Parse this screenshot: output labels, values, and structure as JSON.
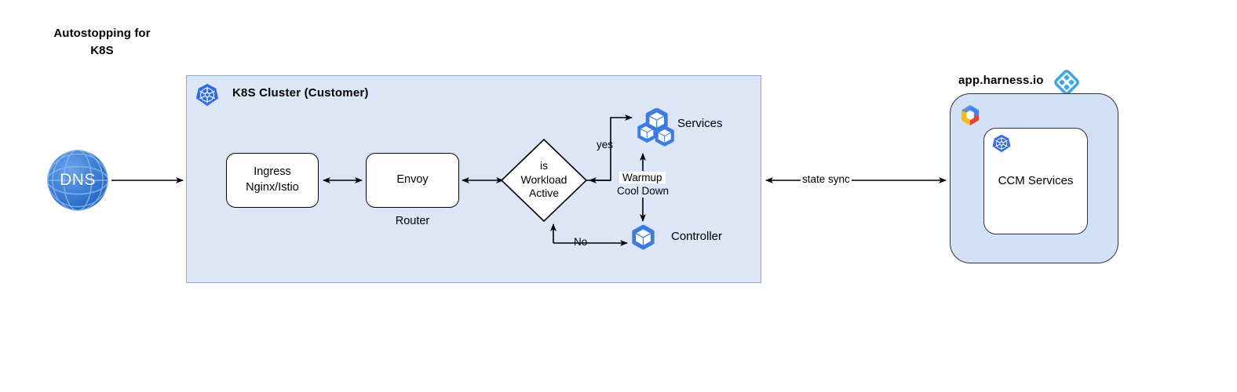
{
  "title": {
    "line1": "Autostopping for",
    "line2": "K8S"
  },
  "cluster": {
    "label": "K8S Cluster (Customer)",
    "icon": "kubernetes-icon",
    "fill": "#dce6f7",
    "border": "#8ea7d4"
  },
  "dns": {
    "label": "DNS",
    "icon": "globe-icon",
    "color": "#2f6fd0"
  },
  "nodes": {
    "ingress": {
      "line1": "Ingress",
      "line2": "Nginx/Istio"
    },
    "envoy": {
      "label": "Envoy",
      "caption": "Router"
    },
    "decision": {
      "line1": "is",
      "line2": "Workload",
      "line3": "Active"
    },
    "services": {
      "caption": "Services",
      "icon": "k8s-pods-icon"
    },
    "controller": {
      "caption": "Controller",
      "icon": "k8s-pod-icon"
    }
  },
  "edges": {
    "yes": "yes",
    "no": "No",
    "warmup": "Warmup",
    "cooldown": "Cool Down",
    "state_sync": "state sync"
  },
  "saas": {
    "label": "app.harness.io",
    "logo": "harness-logo",
    "cloud_icon": "gcp-icon",
    "inner": {
      "label": "CCM Services",
      "icon": "kubernetes-icon"
    },
    "fill": "#d3e1f8",
    "border": "#333333"
  },
  "colors": {
    "k8s_blue": "#326ce5",
    "harness_blue": "#4fb3e8",
    "background": "#ffffff"
  }
}
